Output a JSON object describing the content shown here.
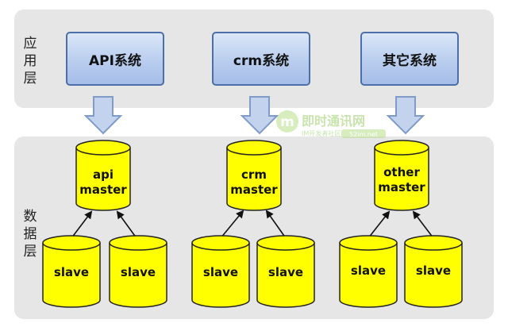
{
  "layers": {
    "application": "应用层",
    "data": "数据层"
  },
  "systems": [
    {
      "label": "API系统"
    },
    {
      "label": "crm系统"
    },
    {
      "label": "其它系统"
    }
  ],
  "databases": [
    {
      "master": [
        "api",
        "master"
      ],
      "slaves": [
        "slave",
        "slave"
      ]
    },
    {
      "master": [
        "crm",
        "master"
      ],
      "slaves": [
        "slave",
        "slave"
      ]
    },
    {
      "master": [
        "other",
        "master"
      ],
      "slaves": [
        "slave",
        "slave"
      ]
    }
  ],
  "watermark": {
    "title": "即时通讯网",
    "subtitle": "IM开发者社区",
    "domain": "52im.net"
  },
  "colors": {
    "cylinder_fill": "#ffff00",
    "cylinder_stroke": "#222222",
    "system_box_border": "#4b6fa8",
    "arrow_fill": "#c3d3ee",
    "arrow_stroke": "#7f9cc9",
    "panel": "#e6e6e6"
  }
}
